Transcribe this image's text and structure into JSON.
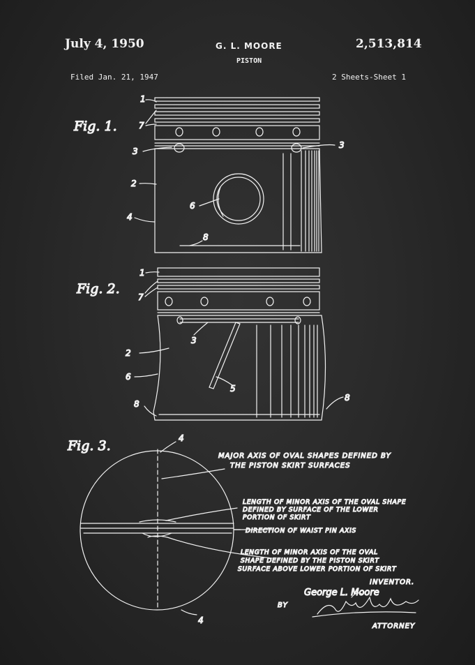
{
  "header": {
    "date": "July 4, 1950",
    "inventor": "G. L. MOORE",
    "title": "PISTON",
    "patent_number": "2,513,814",
    "filed": "Filed Jan. 21, 1947",
    "sheets": "2 Sheets-Sheet 1"
  },
  "figures": {
    "fig1": "Fig. 1.",
    "fig2": "Fig. 2.",
    "fig3": "Fig. 3."
  },
  "refs": {
    "r1": "1",
    "r2": "2",
    "r3": "3",
    "r4": "4",
    "r5": "5",
    "r6": "6",
    "r7": "7",
    "r8": "8"
  },
  "notes": {
    "major_1": "MAJOR AXIS OF OVAL SHAPES DEFINED BY",
    "major_2": "THE PISTON SKIRT SURFACES",
    "minor_lower_1": "LENGTH OF MINOR AXIS OF THE OVAL SHAPE",
    "minor_lower_2": "DEFINED BY SURFACE OF THE LOWER",
    "minor_lower_3": "PORTION OF SKIRT",
    "waist_pin": "DIRECTION OF WAIST PIN AXIS",
    "minor_upper_1": "LENGTH OF MINOR AXIS OF THE OVAL",
    "minor_upper_2": "SHAPE DEFINED BY THE PISTON SKIRT",
    "minor_upper_3": "SURFACE ABOVE LOWER PORTION OF SKIRT"
  },
  "signature": {
    "inventor_label": "INVENTOR.",
    "inventor_name": "George L. Moore",
    "by": "BY",
    "attorney": "ATTORNEY"
  },
  "colors": {
    "background": "#2a2a2a",
    "ink": "#f2f2f2"
  }
}
